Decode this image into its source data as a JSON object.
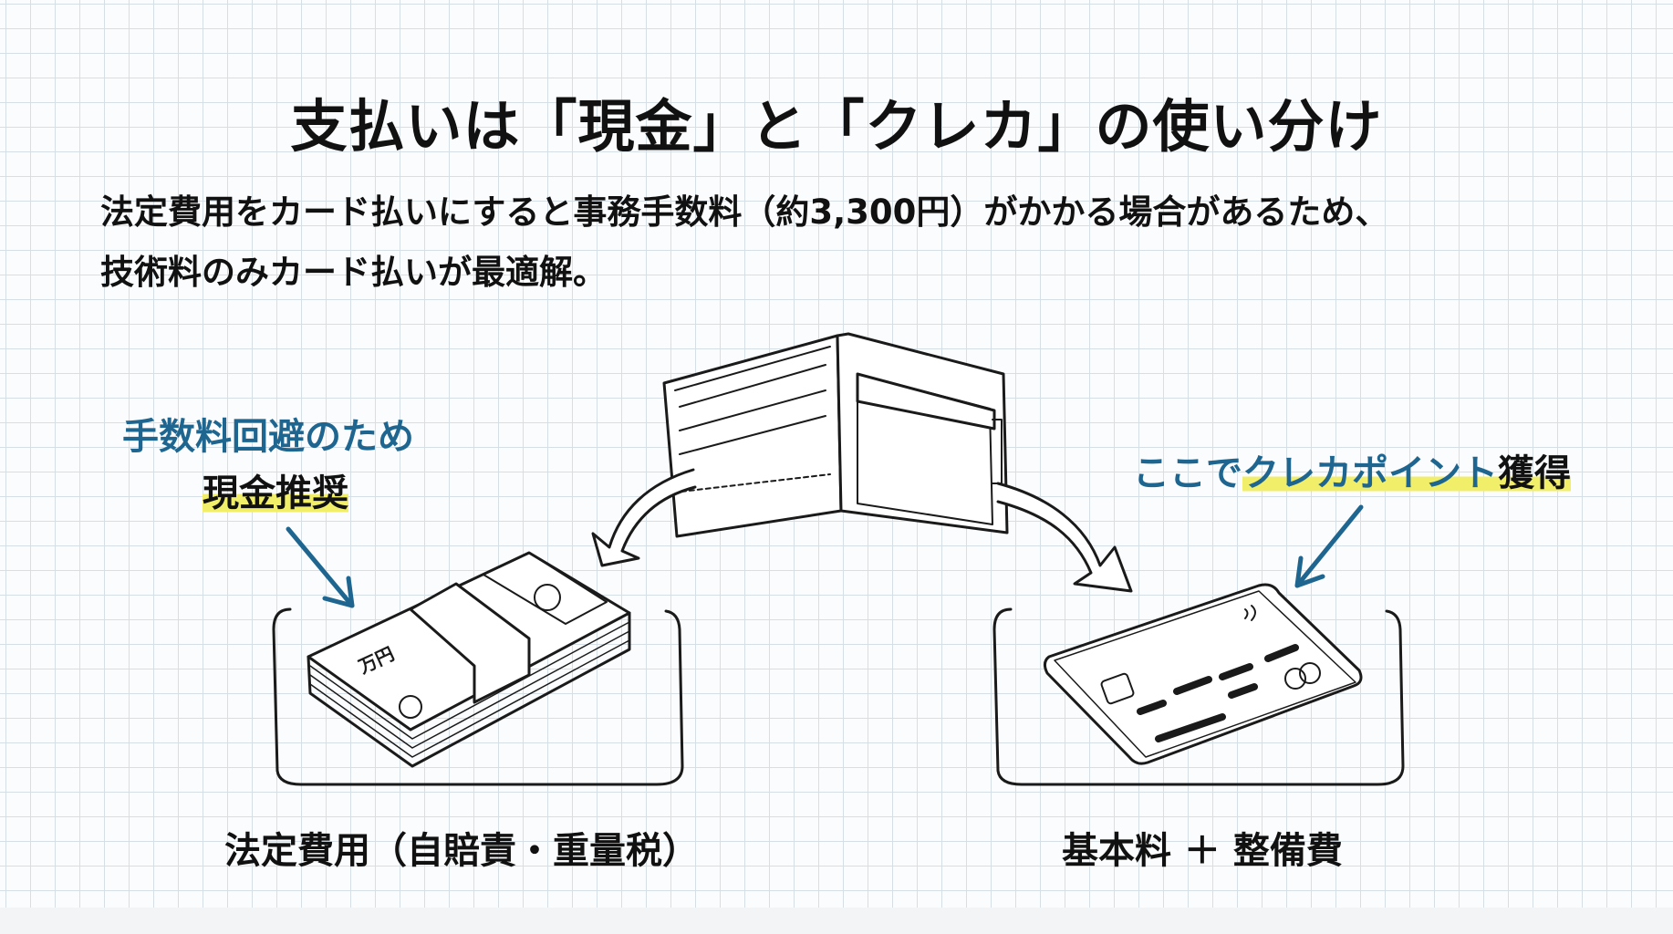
{
  "title": "支払いは「現金」と「クレカ」の使い分け",
  "subtitle": {
    "line1": "法定費用をカード払いにすると事務手数料（約3,300円）がかかる場合があるため、",
    "line2": "技術料のみカード払いが最適解。"
  },
  "left": {
    "note_line1": "手数料回避のため",
    "note_line2": "現金推奨",
    "label": "法定費用（自賠責・重量税）",
    "icon": "cash-stack-icon"
  },
  "right": {
    "note_prefix": "ここで",
    "note_highlight": "クレカポイント",
    "note_suffix": "獲得",
    "label": "基本料 ＋ 整備費",
    "icon": "credit-card-icon"
  },
  "banknote_text": "万円",
  "colors": {
    "accent_blue": "#1e6690",
    "highlight_yellow": "#f1ee6a",
    "grid": "#d6dee6"
  }
}
